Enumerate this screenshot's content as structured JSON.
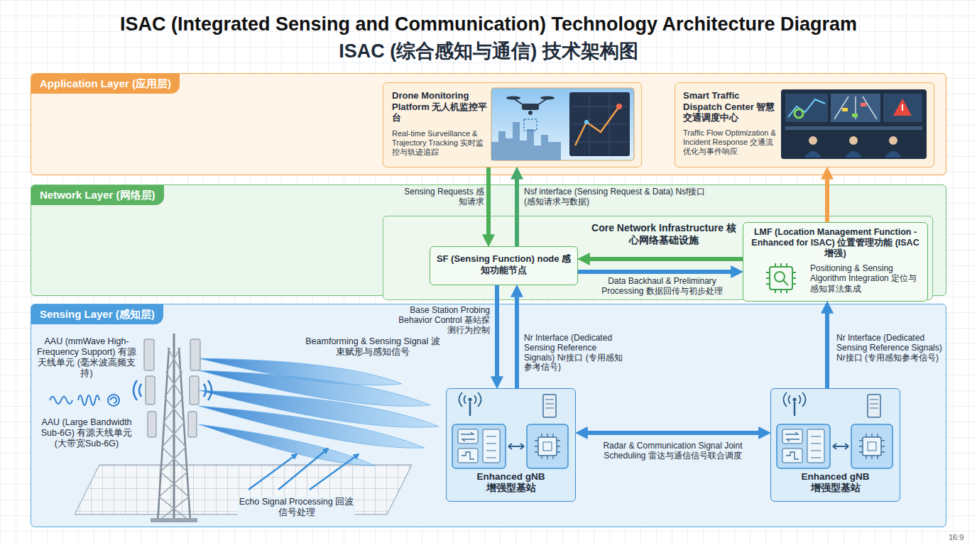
{
  "diagram": {
    "title": "ISAC (Integrated Sensing and Communication) Technology Architecture Diagram",
    "nodes": [
      {
        "text": [
          "Application Layer (应用层)"
        ]
      },
      {
        "text": [
          "Drone Monitoring Platform 无人机监控平台",
          "Real-time Surveillance & Trajectory Tracking 实时监控与轨迹追踪"
        ],
        "in": 0
      },
      {
        "text": [
          "Smart Traffic Dispatch Center 智慧交通调度中心",
          "Traffic Flow Optimization & Incident Response 交通流优化与事件响应"
        ],
        "in": 0
      },
      {
        "text": [
          "Network Layer (网络层)"
        ]
      },
      {
        "text": [
          "Core Network Infrastructure 核心网络基础设施"
        ],
        "in": 3
      },
      {
        "text": [
          "SF (Sensing Function) node 感知功能节点"
        ],
        "in": 4
      },
      {
        "text": [
          "LMF (Location Management Function - Enhanced for ISAC) 位置管理功能 (ISAC增强)",
          "Positioning & Sensing Algorithm Integration 定位与感知算法集成"
        ],
        "in": 4
      },
      {
        "text": [
          "Sensing Layer (感知层)"
        ]
      },
      {
        "text": [
          "Enhanced gNB 增强型基站"
        ],
        "in": 7
      },
      {
        "text": [
          "Enhanced gNB 增强型基站"
        ],
        "in": 7
      }
    ],
    "edges": [
      {
        "from": 1,
        "to": 5,
        "arrow": "to",
        "label": "Sensing Requests 感知请求"
      },
      {
        "from": 5,
        "to": 1,
        "arrow": "to",
        "label": "Nsf interface (Sensing Request & Data) Nsf接口 (感知请求与数据)"
      },
      {
        "from": 6,
        "to": 5,
        "arrow": "to"
      },
      {
        "from": 5,
        "to": 6,
        "arrow": "to",
        "label": "Data Backhaul & Preliminary Processing 数据回传与初步处理"
      },
      {
        "from": 6,
        "to": 2,
        "arrow": "to"
      },
      {
        "from": 5,
        "to": 8,
        "arrow": "to",
        "label": "Base Station Probing Behavior Control 基站探测行为控制"
      },
      {
        "from": 8,
        "to": 5,
        "arrow": "to",
        "label": "Nr Interface (Dedicated Sensing Reference Signals) Nr接口 (专用感知参考信号)"
      },
      {
        "from": 9,
        "to": 6,
        "arrow": "to",
        "label": "Nr Interface (Dedicated Sensing Reference Signals) Nr接口 (专用感知参考信号)"
      },
      {
        "from": 8,
        "to": 9,
        "arrow": "both",
        "label": "Radar & Communication Signal Joint Scheduling 雷达与通信信号联合调度"
      }
    ],
    "labels": [
      "ISAC (综合感知与通信) 技术架构图",
      "AAU (mmWave High-Frequency Support) 有源天线单元 (毫米波高频支持)",
      "AAU (Large Bandwidth Sub-6G) 有源天线单元 (大带宽Sub-6G)",
      "Beamforming & Sensing Signal 波束赋形与感知信号",
      "Echo Signal Processing 回波信号处理",
      "16:9"
    ]
  }
}
